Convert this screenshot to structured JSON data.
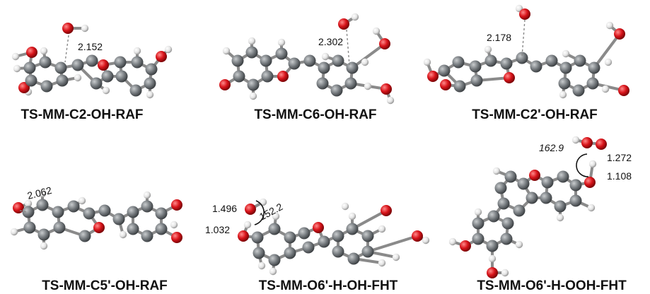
{
  "colors": {
    "carbon": "#6f7478",
    "oxygen": "#d8141a",
    "hydrogen": "#e6e6e6"
  },
  "panels": [
    {
      "caption": "TS-MM-C2-OH-RAF",
      "distances": [
        "2.152"
      ]
    },
    {
      "caption": "TS-MM-C6-OH-RAF",
      "distances": [
        "2.302"
      ]
    },
    {
      "caption": "TS-MM-C2'-OH-RAF",
      "distances": [
        "2.178"
      ]
    },
    {
      "caption": "TS-MM-C5'-OH-RAF",
      "distances": [
        "2.062"
      ]
    },
    {
      "caption": "TS-MM-O6'-H-OH-FHT",
      "distances": [
        "1.496",
        "1.032"
      ],
      "angle": "152.2"
    },
    {
      "caption": "TS-MM-O6'-H-OOH-FHT",
      "distances": [
        "1.272",
        "1.108"
      ],
      "angle": "162.9"
    }
  ]
}
